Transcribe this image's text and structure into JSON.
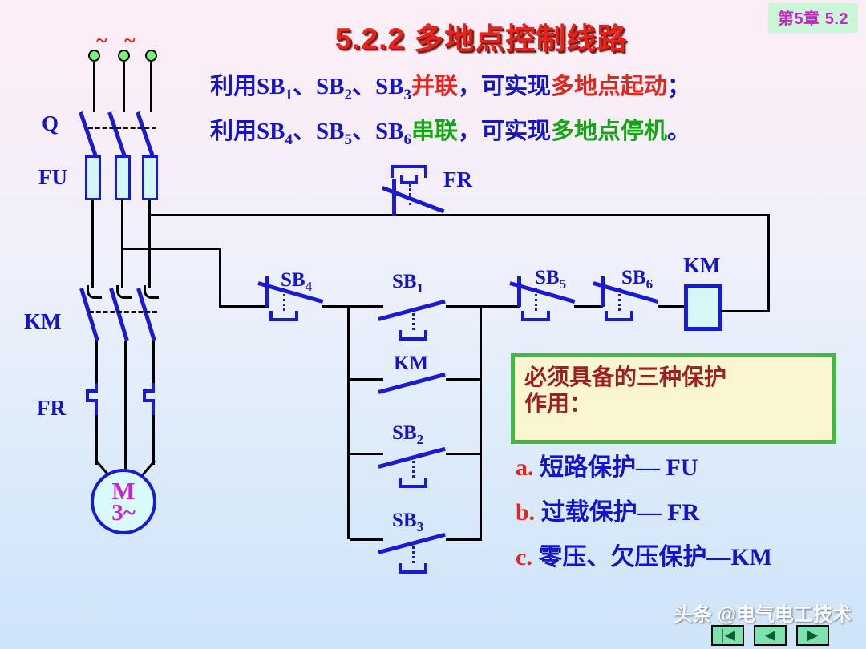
{
  "header": {
    "title": "5.2.2   多地点控制线路",
    "chapter_badge": "第5章 5.2"
  },
  "description": {
    "line1_p1": "利用",
    "line1_sb1": "SB",
    "line1_sb1_sub": "1",
    "line1_sep1": "、",
    "line1_sb2": "SB",
    "line1_sb2_sub": "2",
    "line1_sep2": "、",
    "line1_sb3": "SB",
    "line1_sb3_sub": "3",
    "line1_p2": "并联",
    "line1_p3": "，可实现",
    "line1_p4": "多地点起动",
    "line1_p5": "；",
    "line2_p1": "利用",
    "line2_sb4": "SB",
    "line2_sb4_sub": "4",
    "line2_sep1": "、",
    "line2_sb5": "SB",
    "line2_sb5_sub": "5",
    "line2_sep2": "、",
    "line2_sb6": "SB",
    "line2_sb6_sub": "6",
    "line2_p2": "串联",
    "line2_p3": "，可实现",
    "line2_p4": "多地点停机",
    "line2_p5": "。"
  },
  "power_circuit": {
    "supply_symbol": "~",
    "switch_label": "Q",
    "fuse_label": "FU",
    "contactor_label": "KM",
    "relay_label": "FR",
    "motor_line1": "M",
    "motor_line2": "3~"
  },
  "control_circuit": {
    "fr_contact_label": "FR",
    "sb4_label": "SB",
    "sb4_sub": "4",
    "sb1_label": "SB",
    "sb1_sub": "1",
    "sb5_label": "SB",
    "sb5_sub": "5",
    "sb6_label": "SB",
    "sb6_sub": "6",
    "km_coil_label": "KM",
    "km_aux_label": "KM",
    "sb2_label": "SB",
    "sb2_sub": "2",
    "sb3_label": "SB",
    "sb3_sub": "3"
  },
  "notes": {
    "box_line1": "必须具备的三种保护",
    "box_line2": "作用：",
    "items": [
      {
        "mark": "a.",
        "text": "短路保护— FU"
      },
      {
        "mark": "b.",
        "text": "过载保护— FR"
      },
      {
        "mark": "c.",
        "text": "零压、欠压保护—KM"
      }
    ]
  },
  "navigation": {
    "first_label": "|◀",
    "prev_label": "◀",
    "next_label": "▶"
  },
  "watermark": {
    "text": "头条 @电气电工技术"
  },
  "colors": {
    "title_red": "#e8231c",
    "text_blue": "#1414c8",
    "accent_green": "#11a811",
    "badge_magenta": "#cc22cc",
    "note_dark_red": "#9c1f21",
    "note_bg": "#fbf6d2",
    "note_border": "#3fbb3f",
    "wire_black": "#000000",
    "device_blue": "#1a1ad0",
    "fill_cyan": "#d4f7f7",
    "terminal_green": "#7bee7b"
  }
}
